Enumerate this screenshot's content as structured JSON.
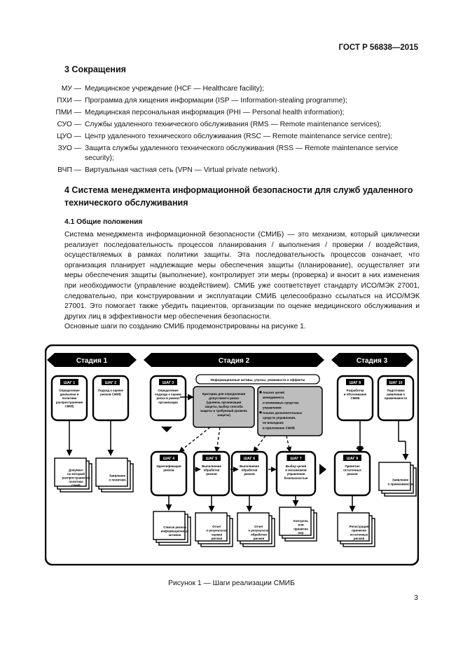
{
  "header": {
    "standard": "ГОСТ Р 56838—2015"
  },
  "section3": {
    "title": "3 Сокращения",
    "items": [
      {
        "term": "МУ —",
        "def": "Медицинское учреждение (HCF — Healthcare facility);"
      },
      {
        "term": "ПХИ —",
        "def": "Программа для хищения информации (ISP — Information-stealing programme);"
      },
      {
        "term": "ПМИ —",
        "def": "Медицинская персональная информация (PHI — Personal health information);"
      },
      {
        "term": "СУО —",
        "def": "Службы удаленного технического обслуживания (RMS — Remote maintenance services);"
      },
      {
        "term": "ЦУО —",
        "def": "Центр удаленного технического обслуживания (RSC — Remote maintenance service centre);"
      },
      {
        "term": "ЗУО —",
        "def": "Защита службы удаленного технического обслуживания (RSS — Remote maintenance service security);"
      },
      {
        "term": "ВЧП —",
        "def": "Виртуальная частная сеть (VPN — Virtual private network)."
      }
    ]
  },
  "section4": {
    "title": "4 Система менеджмента информационной безопасности для служб удаленного технического обслуживания",
    "sub_title": "4.1 Общие положения",
    "para1": "Система менеджмента информационной безопасности (СМИБ) — это механизм, который циклически реализует последовательность процессов планирования / выполнения / проверки / воздействия, осуществляемых в рамках политики защиты. Эта последовательность процессов означает, что организация планирует надлежащие меры обеспечения защиты (планирование), осуществляет эти меры обеспечения защиты (выполнение), контролирует эти меры (проверка) и вносит в них изменения при необходимости (управление воздействием). СМИБ уже соответствует стандарту ИСО/МЭК 27001, следовательно, при конструировании и эксплуатации СМИБ целесообразно ссылаться на ИСО/МЭК 27001. Это помогает также убедить пациентов, организации по оценке медицинского обслуживания и других лиц в эффективности мер обеспечения безопасности.",
    "para2": "Основные шаги по созданию СМИБ продемонстрированы на рисунке 1."
  },
  "figure": {
    "stage1": "Стадия 1",
    "stage2": "Стадия 2",
    "stage3": "Стадия 3",
    "info_bar": "Информационные активы, угрозы, уязвимости и эффекты",
    "gray_left": [
      "Критерии для определения",
      "допустимого риска",
      "(уровень организации",
      "защиты, выбор способа",
      "защиты и требуемый уровень",
      "защиты)"
    ],
    "gray_right": [
      "Анализ целей",
      "менеджмента",
      "и возможные средства",
      "управления",
      "Анализ дополнительных",
      "средств управления,",
      "не вошедших",
      "в приложение СМИБ"
    ],
    "steps_top": [
      {
        "label": "ШАГ 1",
        "text": [
          "Определение",
          "диапазона и",
          "политики",
          "распространения",
          "СМИБ"
        ]
      },
      {
        "label": "ШАГ 2",
        "text": [
          "Подход к оценке",
          "рисков СМИБ"
        ]
      },
      {
        "label": "ШАГ 3",
        "text": [
          "Определение",
          "подхода к оценке",
          "риска в рамках",
          "организации"
        ]
      },
      {
        "label": "ШАГ 8",
        "text": [
          "Разработка",
          "и обоснование",
          "СМИБ"
        ]
      },
      {
        "label": "ШАГ 10",
        "text": [
          "Подготовка",
          "заявления о",
          "применимости"
        ]
      }
    ],
    "steps_bottom": [
      {
        "label": "ШАГ 4",
        "text": [
          "Идентификация",
          "рисков"
        ]
      },
      {
        "label": "ШАГ 5",
        "text": [
          "Выполнение",
          "обработки",
          "рисков"
        ]
      },
      {
        "label": "ШАГ 6",
        "text": [
          "Выполнение",
          "обработки",
          "рисков"
        ]
      },
      {
        "label": "ШАГ 7",
        "text": [
          "Выбор целей",
          "и механизмов",
          "управления",
          "безопасностью"
        ]
      },
      {
        "label": "ШАГ 9",
        "text": [
          "Принятие",
          "остаточных",
          "рисков"
        ]
      }
    ],
    "docs_top": [
      [
        "Документ",
        "на который",
        "распространяется",
        "политика",
        "СМИБ"
      ],
      [
        "Заявление",
        "о политике"
      ],
      [
        "Заявление",
        "о применимости"
      ]
    ],
    "docs_bottom": [
      [
        "Список рисков",
        "информационных",
        "активов"
      ],
      [
        "Отчет",
        "о результатах",
        "оценки",
        "рисков"
      ],
      [
        "Отчет",
        "о результатах",
        "обработки",
        "рисков"
      ],
      [
        "Контроль",
        "или",
        "принятие",
        "мер"
      ],
      [
        "Регистрация",
        "принятия",
        "остаточных",
        "рисков"
      ]
    ]
  },
  "caption": "Рисунок 1 — Шаги реализации СМИБ",
  "page_number": "3"
}
